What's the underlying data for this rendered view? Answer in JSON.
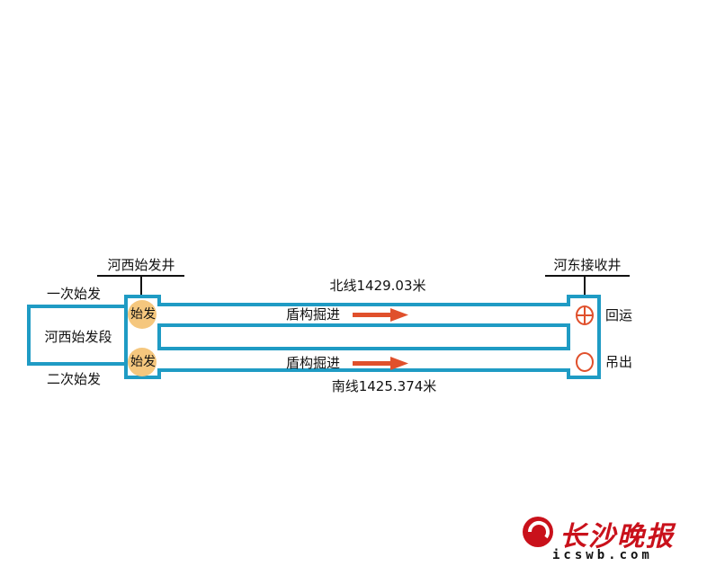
{
  "west_shaft": {
    "label": "河西始发井"
  },
  "east_shaft": {
    "label": "河东接收井"
  },
  "west_section": {
    "label": "河西始发段"
  },
  "first_launch": {
    "label": "一次始发"
  },
  "second_launch": {
    "label": "二次始发"
  },
  "north_line": {
    "label": "北线1429.03米",
    "launch_marker": "始发",
    "direction_label": "盾构掘进",
    "end_action": "回运"
  },
  "south_line": {
    "label": "南线1425.374米",
    "launch_marker": "始发",
    "direction_label": "盾构掘进",
    "end_action": "吊出"
  },
  "colors": {
    "tunnel": "#1f9bc4",
    "arrow": "#e0502c",
    "marker": "#f5c77e",
    "ring": "#e0502c",
    "logo": "#c9111b"
  },
  "logo": {
    "name": "长沙晚报",
    "url": "icswb.com"
  }
}
